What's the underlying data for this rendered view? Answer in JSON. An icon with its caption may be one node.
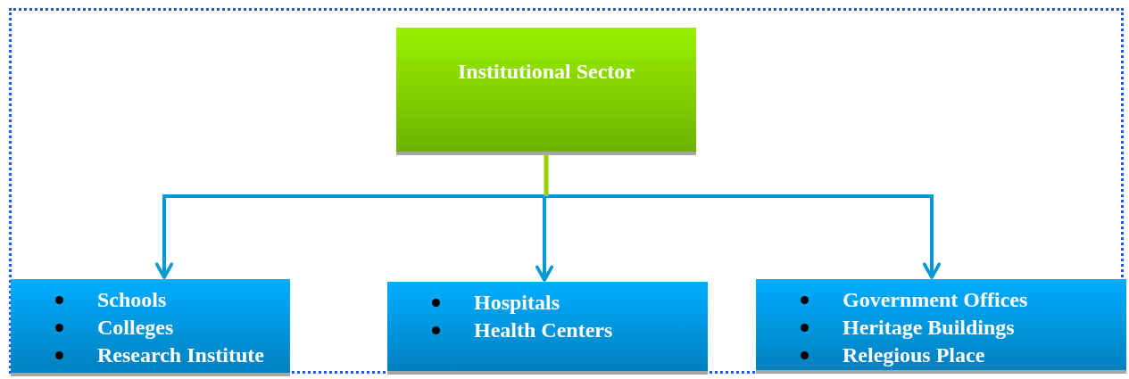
{
  "diagram": {
    "nodes": [
      {
        "text": [
          "Institutional Sector"
        ]
      },
      {
        "text": [
          "Schools",
          "Colleges",
          "Research Institute"
        ]
      },
      {
        "text": [
          "Hospitals",
          "Health Centers"
        ]
      },
      {
        "text": [
          "Government Offices",
          "Heritage Buildings",
          "Relegious Place"
        ]
      }
    ],
    "edges": [
      {
        "from": 0,
        "to": 1,
        "arrow": "to"
      },
      {
        "from": 0,
        "to": 2,
        "arrow": "to"
      },
      {
        "from": 0,
        "to": 3,
        "arrow": "to"
      }
    ]
  }
}
